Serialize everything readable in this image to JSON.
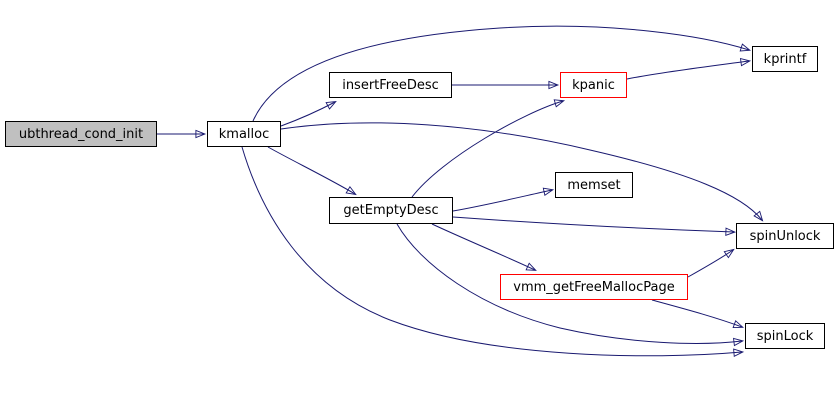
{
  "diagram": {
    "kind": "call-graph",
    "colors": {
      "edge": "#191970",
      "node_border": "#000000",
      "highlight_border": "#ff0000",
      "root_fill": "#c0c0c0",
      "node_fill": "#ffffff",
      "background": "#ffffff",
      "text": "#000000"
    },
    "nodes": [
      {
        "id": "ubthread_cond_init",
        "label": "ubthread_cond_init",
        "style": "root"
      },
      {
        "id": "kmalloc",
        "label": "kmalloc",
        "style": "normal"
      },
      {
        "id": "insertFreeDesc",
        "label": "insertFreeDesc",
        "style": "normal"
      },
      {
        "id": "kpanic",
        "label": "kpanic",
        "style": "highlight"
      },
      {
        "id": "kprintf",
        "label": "kprintf",
        "style": "normal"
      },
      {
        "id": "getEmptyDesc",
        "label": "getEmptyDesc",
        "style": "normal"
      },
      {
        "id": "memset",
        "label": "memset",
        "style": "normal"
      },
      {
        "id": "spinUnlock",
        "label": "spinUnlock",
        "style": "normal"
      },
      {
        "id": "vmm_getFreeMallocPage",
        "label": "vmm_getFreeMallocPage",
        "style": "highlight"
      },
      {
        "id": "spinLock",
        "label": "spinLock",
        "style": "normal"
      }
    ],
    "edges": [
      {
        "from": "ubthread_cond_init",
        "to": "kmalloc"
      },
      {
        "from": "kmalloc",
        "to": "kprintf"
      },
      {
        "from": "kmalloc",
        "to": "insertFreeDesc"
      },
      {
        "from": "kmalloc",
        "to": "getEmptyDesc"
      },
      {
        "from": "kmalloc",
        "to": "spinUnlock"
      },
      {
        "from": "kmalloc",
        "to": "spinLock"
      },
      {
        "from": "insertFreeDesc",
        "to": "kpanic"
      },
      {
        "from": "kpanic",
        "to": "kprintf"
      },
      {
        "from": "getEmptyDesc",
        "to": "kpanic"
      },
      {
        "from": "getEmptyDesc",
        "to": "memset"
      },
      {
        "from": "getEmptyDesc",
        "to": "spinUnlock"
      },
      {
        "from": "getEmptyDesc",
        "to": "vmm_getFreeMallocPage"
      },
      {
        "from": "getEmptyDesc",
        "to": "spinLock"
      },
      {
        "from": "vmm_getFreeMallocPage",
        "to": "spinUnlock"
      },
      {
        "from": "vmm_getFreeMallocPage",
        "to": "spinLock"
      }
    ]
  }
}
